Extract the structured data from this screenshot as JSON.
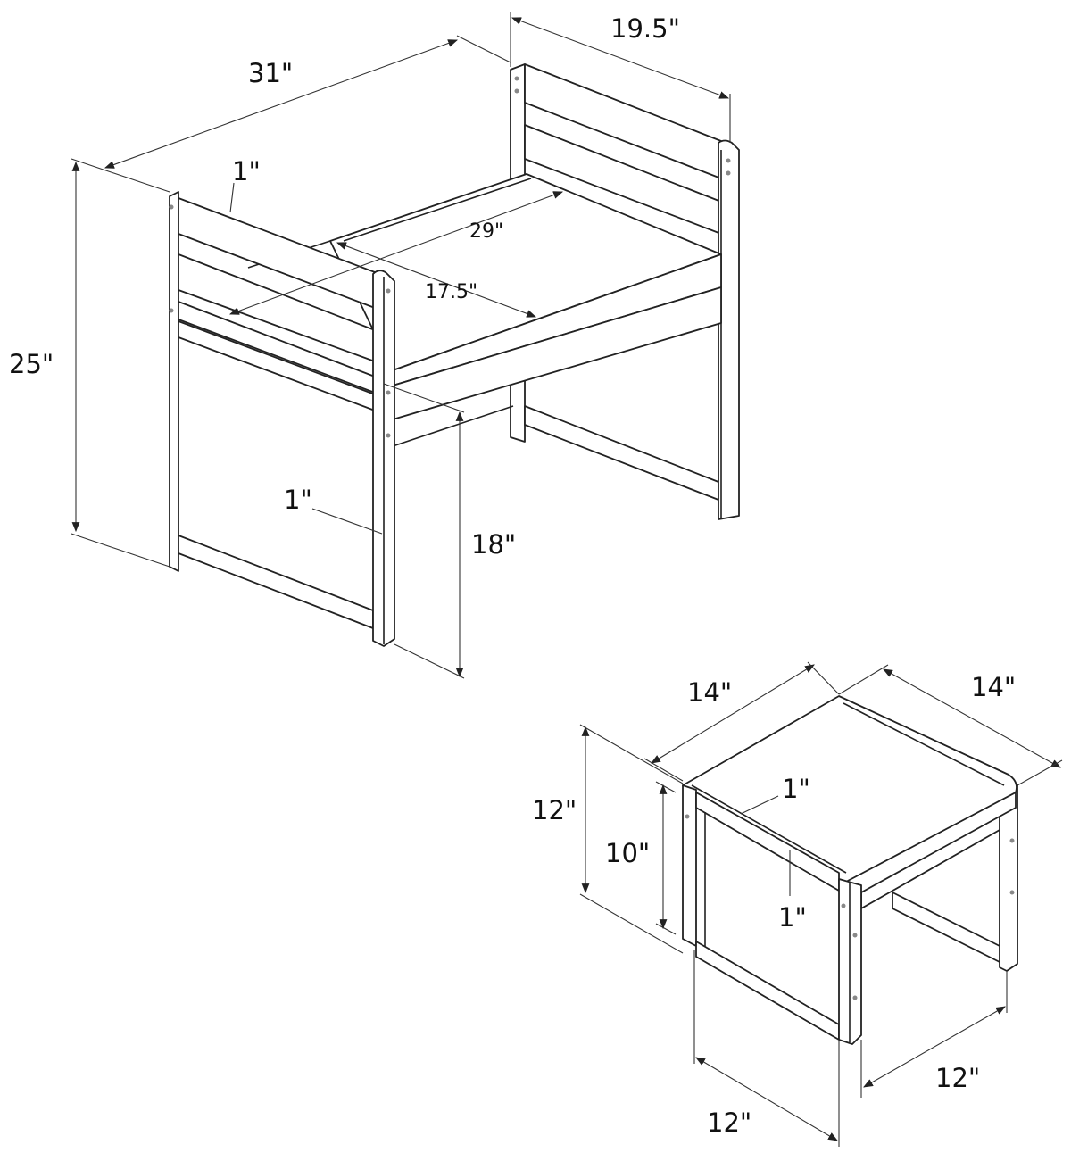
{
  "bench": {
    "length": "31\"",
    "depth": "19.5\"",
    "height": "25\"",
    "seat_height": "18\"",
    "seat_length": "29\"",
    "seat_depth": "17.5\"",
    "rail_thickness": "1\"",
    "post_thickness": "1\""
  },
  "stool": {
    "width": "14\"",
    "depth": "14\"",
    "height": "12\"",
    "inner_height": "10\"",
    "top_thickness": "1\"",
    "rail_thickness": "1\"",
    "leg_span_front": "12\"",
    "leg_span_side": "12\""
  }
}
